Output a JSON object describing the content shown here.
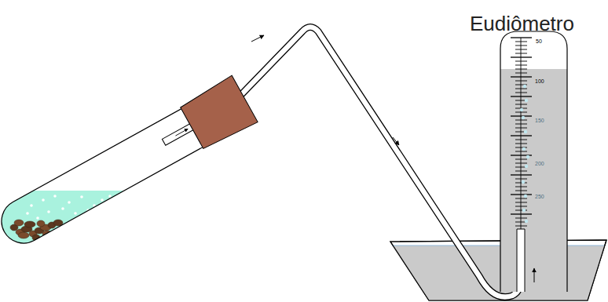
{
  "diagram": {
    "labels": [
      "Eudiômetro",
      "50",
      "100",
      "150",
      "200",
      "250"
    ]
  }
}
